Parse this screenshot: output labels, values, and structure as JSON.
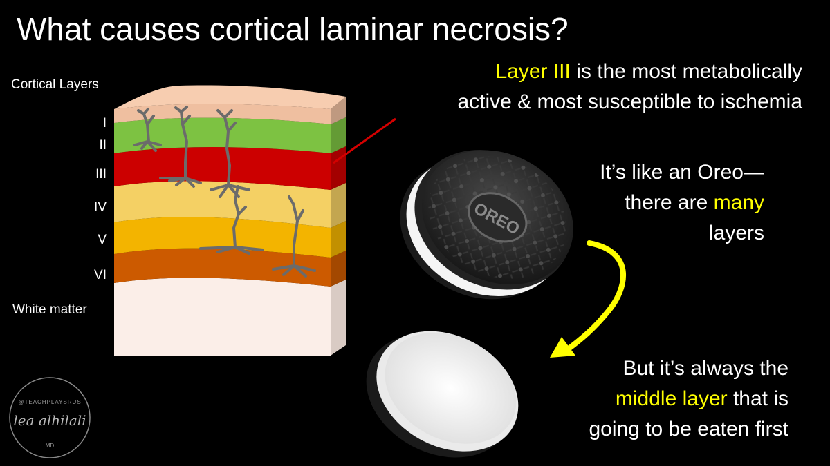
{
  "title": "What causes cortical laminar necrosis?",
  "cortex": {
    "header": "Cortical Layers",
    "layers": [
      {
        "label": "I",
        "color": "#efbfa0"
      },
      {
        "label": "II",
        "color": "#7dc242"
      },
      {
        "label": "III",
        "color": "#cc0000"
      },
      {
        "label": "IV",
        "color": "#f4d064"
      },
      {
        "label": "V",
        "color": "#f3b400"
      },
      {
        "label": "VI",
        "color": "#cc5a00"
      }
    ],
    "white_matter": "White matter"
  },
  "callout": {
    "highlight": "Layer III",
    "line1_rest": " is the most metabolically",
    "line2": "active & most susceptible to ischemia",
    "line_color": "#d40000"
  },
  "oreo": {
    "line1": "It’s like an Oreo—",
    "line2_a": "there are ",
    "line2_highlight": "many",
    "line3": "layers",
    "cookie_text": "OREO"
  },
  "conclusion": {
    "line1": "But it’s always the",
    "line2_highlight": "middle layer",
    "line2_rest": " that is",
    "line3": "going to be eaten first"
  },
  "arrow_color": "#ffff00",
  "highlight_color": "#ffff00",
  "watermark": {
    "top_text": "@TEACHPLAYSRUS",
    "signature": "lea alhilali",
    "suffix": "MD"
  }
}
